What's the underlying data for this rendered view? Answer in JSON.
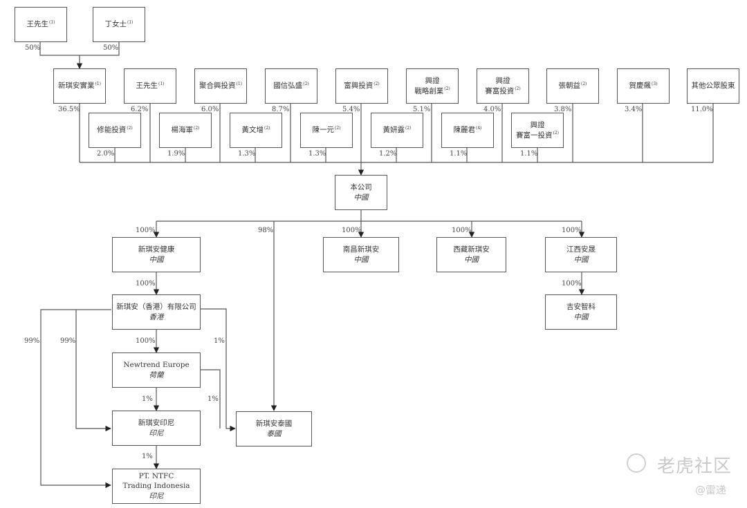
{
  "diagram": {
    "title_hidden": "",
    "top_owners": [
      {
        "id": "wang1",
        "name": "王先生",
        "note": "(1)",
        "pct": "50%"
      },
      {
        "id": "ding",
        "name": "丁女士",
        "note": "(1)",
        "pct": "50%"
      }
    ],
    "shareholders_row1": [
      {
        "id": "xqa_shiye",
        "name": "新琪安實業",
        "note": "(1)",
        "pct": "36.5%"
      },
      {
        "id": "wang2",
        "name": "王先生",
        "note": "(1)",
        "pct": "6.2%"
      },
      {
        "id": "juhexing",
        "name": "聚合興投資",
        "note": "(1)",
        "pct": "6.0%"
      },
      {
        "id": "guoxin",
        "name": "國信弘盛",
        "note": "(2)",
        "pct": "8.7%"
      },
      {
        "id": "fuxing",
        "name": "富興投資",
        "note": "(2)",
        "pct": "5.4%"
      },
      {
        "id": "xz_zl",
        "name": "興證\n戰略創業",
        "line1": "興證",
        "line2": "戰略創業",
        "note": "(2)",
        "pct": "5.1%"
      },
      {
        "id": "xz_sf",
        "name": "興證\n賽富投資",
        "line1": "興證",
        "line2": "賽富投資",
        "note": "(2)",
        "pct": "4.0%"
      },
      {
        "id": "zhang",
        "name": "張朝益",
        "note": "(2)",
        "pct": "3.8%"
      },
      {
        "id": "he",
        "name": "賀慶飆",
        "note": "(3)",
        "pct": "3.4%"
      },
      {
        "id": "public",
        "name": "其他公眾股東",
        "note": "",
        "pct": "11.0%"
      }
    ],
    "shareholders_row2": [
      {
        "id": "xiuneng",
        "name": "修能投資",
        "note": "(2)",
        "pct": "2.0%"
      },
      {
        "id": "yang",
        "name": "楊海軍",
        "note": "(2)",
        "pct": "1.9%"
      },
      {
        "id": "huangwz",
        "name": "黃文增",
        "note": "(2)",
        "pct": "1.3%"
      },
      {
        "id": "chenyy",
        "name": "陳一元",
        "note": "(2)",
        "pct": "1.3%"
      },
      {
        "id": "huangyl",
        "name": "黃妍露",
        "note": "(2)",
        "pct": "1.2%"
      },
      {
        "id": "chenlj",
        "name": "陳麗君",
        "note": "(4)",
        "pct": "1.1%"
      },
      {
        "id": "xz_sf1",
        "line1": "興證",
        "line2": "賽富一投資",
        "note": "(2)",
        "pct": "1.1%"
      }
    ],
    "company": {
      "name": "本公司",
      "loc": "中國"
    },
    "subsidiaries": [
      {
        "id": "health",
        "name": "新琪安健康",
        "loc": "中國",
        "pct": "100%"
      },
      {
        "id": "nanchang",
        "name": "南昌新琪安",
        "loc": "中國",
        "pct": "100%"
      },
      {
        "id": "tibet",
        "name": "西藏新琪安",
        "loc": "中國",
        "pct": "100%"
      },
      {
        "id": "jiangxi",
        "name": "江西安晟",
        "loc": "中國",
        "pct": "100%"
      },
      {
        "id": "jian",
        "name": "吉安智科",
        "loc": "中國",
        "pct": "100%"
      },
      {
        "id": "hk",
        "name": "新琪安（香港）有限公司",
        "loc": "香港",
        "pct": "100%"
      },
      {
        "id": "europe",
        "name": "Newtrend Europe",
        "loc": "荷蘭",
        "pct": "100%"
      },
      {
        "id": "indo",
        "name": "新琪安印尼",
        "loc": "印尼"
      },
      {
        "id": "ptntfc",
        "line1": "PT. NTFC",
        "line2": "Trading Indonesia",
        "loc": "印尼"
      },
      {
        "id": "thai",
        "name": "新琪安泰國",
        "loc": "泰國"
      }
    ],
    "edge_labels": {
      "company_to_thai": "98%",
      "hk_to_ptntfc": "99%",
      "hk_to_indo": "99%",
      "hk_to_thai": "1%",
      "europe_to_indo": "1%",
      "europe_to_thai": "1%",
      "indo_to_ptntfc": "1%"
    }
  },
  "watermark": {
    "brand": "老虎社区",
    "author": "@雷递"
  }
}
